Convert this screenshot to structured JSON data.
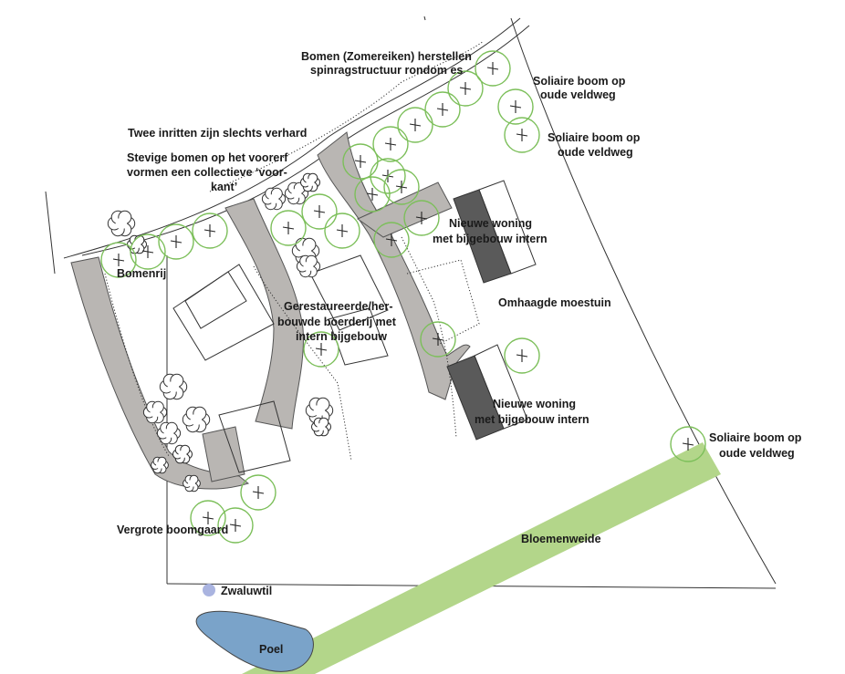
{
  "labels": {
    "bomen_herstellen_1": "Bomen (Zomereiken) herstellen",
    "bomen_herstellen_2": "spinragstructuur rondom es",
    "solitaire_1a": "Soliaire boom op",
    "solitaire_1b": "oude veldweg",
    "solitaire_2a": "Soliaire boom op",
    "solitaire_2b": "oude veldweg",
    "solitaire_3a": "Soliaire boom op",
    "solitaire_3b": "oude veldweg",
    "inritten": "Twee inritten zijn slechts verhard",
    "stevige_1": "Stevige bomen op het voorerf",
    "stevige_2": "vormen een collectieve ‘voor-",
    "stevige_3": "kant’",
    "nieuwe_woning_1a": "Nieuwe woning",
    "nieuwe_woning_1b": "met bijgebouw intern",
    "nieuwe_woning_2a": "Nieuwe woning",
    "nieuwe_woning_2b": "met bijgebouw intern",
    "bomenrij": "Bomenrij",
    "gerestaureerde_1": "Gerestaureerde/her-",
    "gerestaureerde_2": "bouwde boerderij met",
    "gerestaureerde_3": "intern bijgebouw",
    "moestuin": "Omhaagde moestuin",
    "boomgaard": "Vergrote boomgaard",
    "bloemenweide": "Bloemenweide",
    "zwaluwtil": "Zwaluwtil",
    "poel": "Poel"
  },
  "colors": {
    "tree_ring": "#7cbf5a",
    "meadow": "#b3d68a",
    "pond": "#7aa3c9",
    "road": "#b9b6b3",
    "dark_roof": "#5a5a5a",
    "zwaluwtil": "#aab4e0"
  },
  "legend_icons": [
    "tree-symbol",
    "bush-symbol",
    "building-outline",
    "pond-shape",
    "zwaluwtil-dot"
  ]
}
